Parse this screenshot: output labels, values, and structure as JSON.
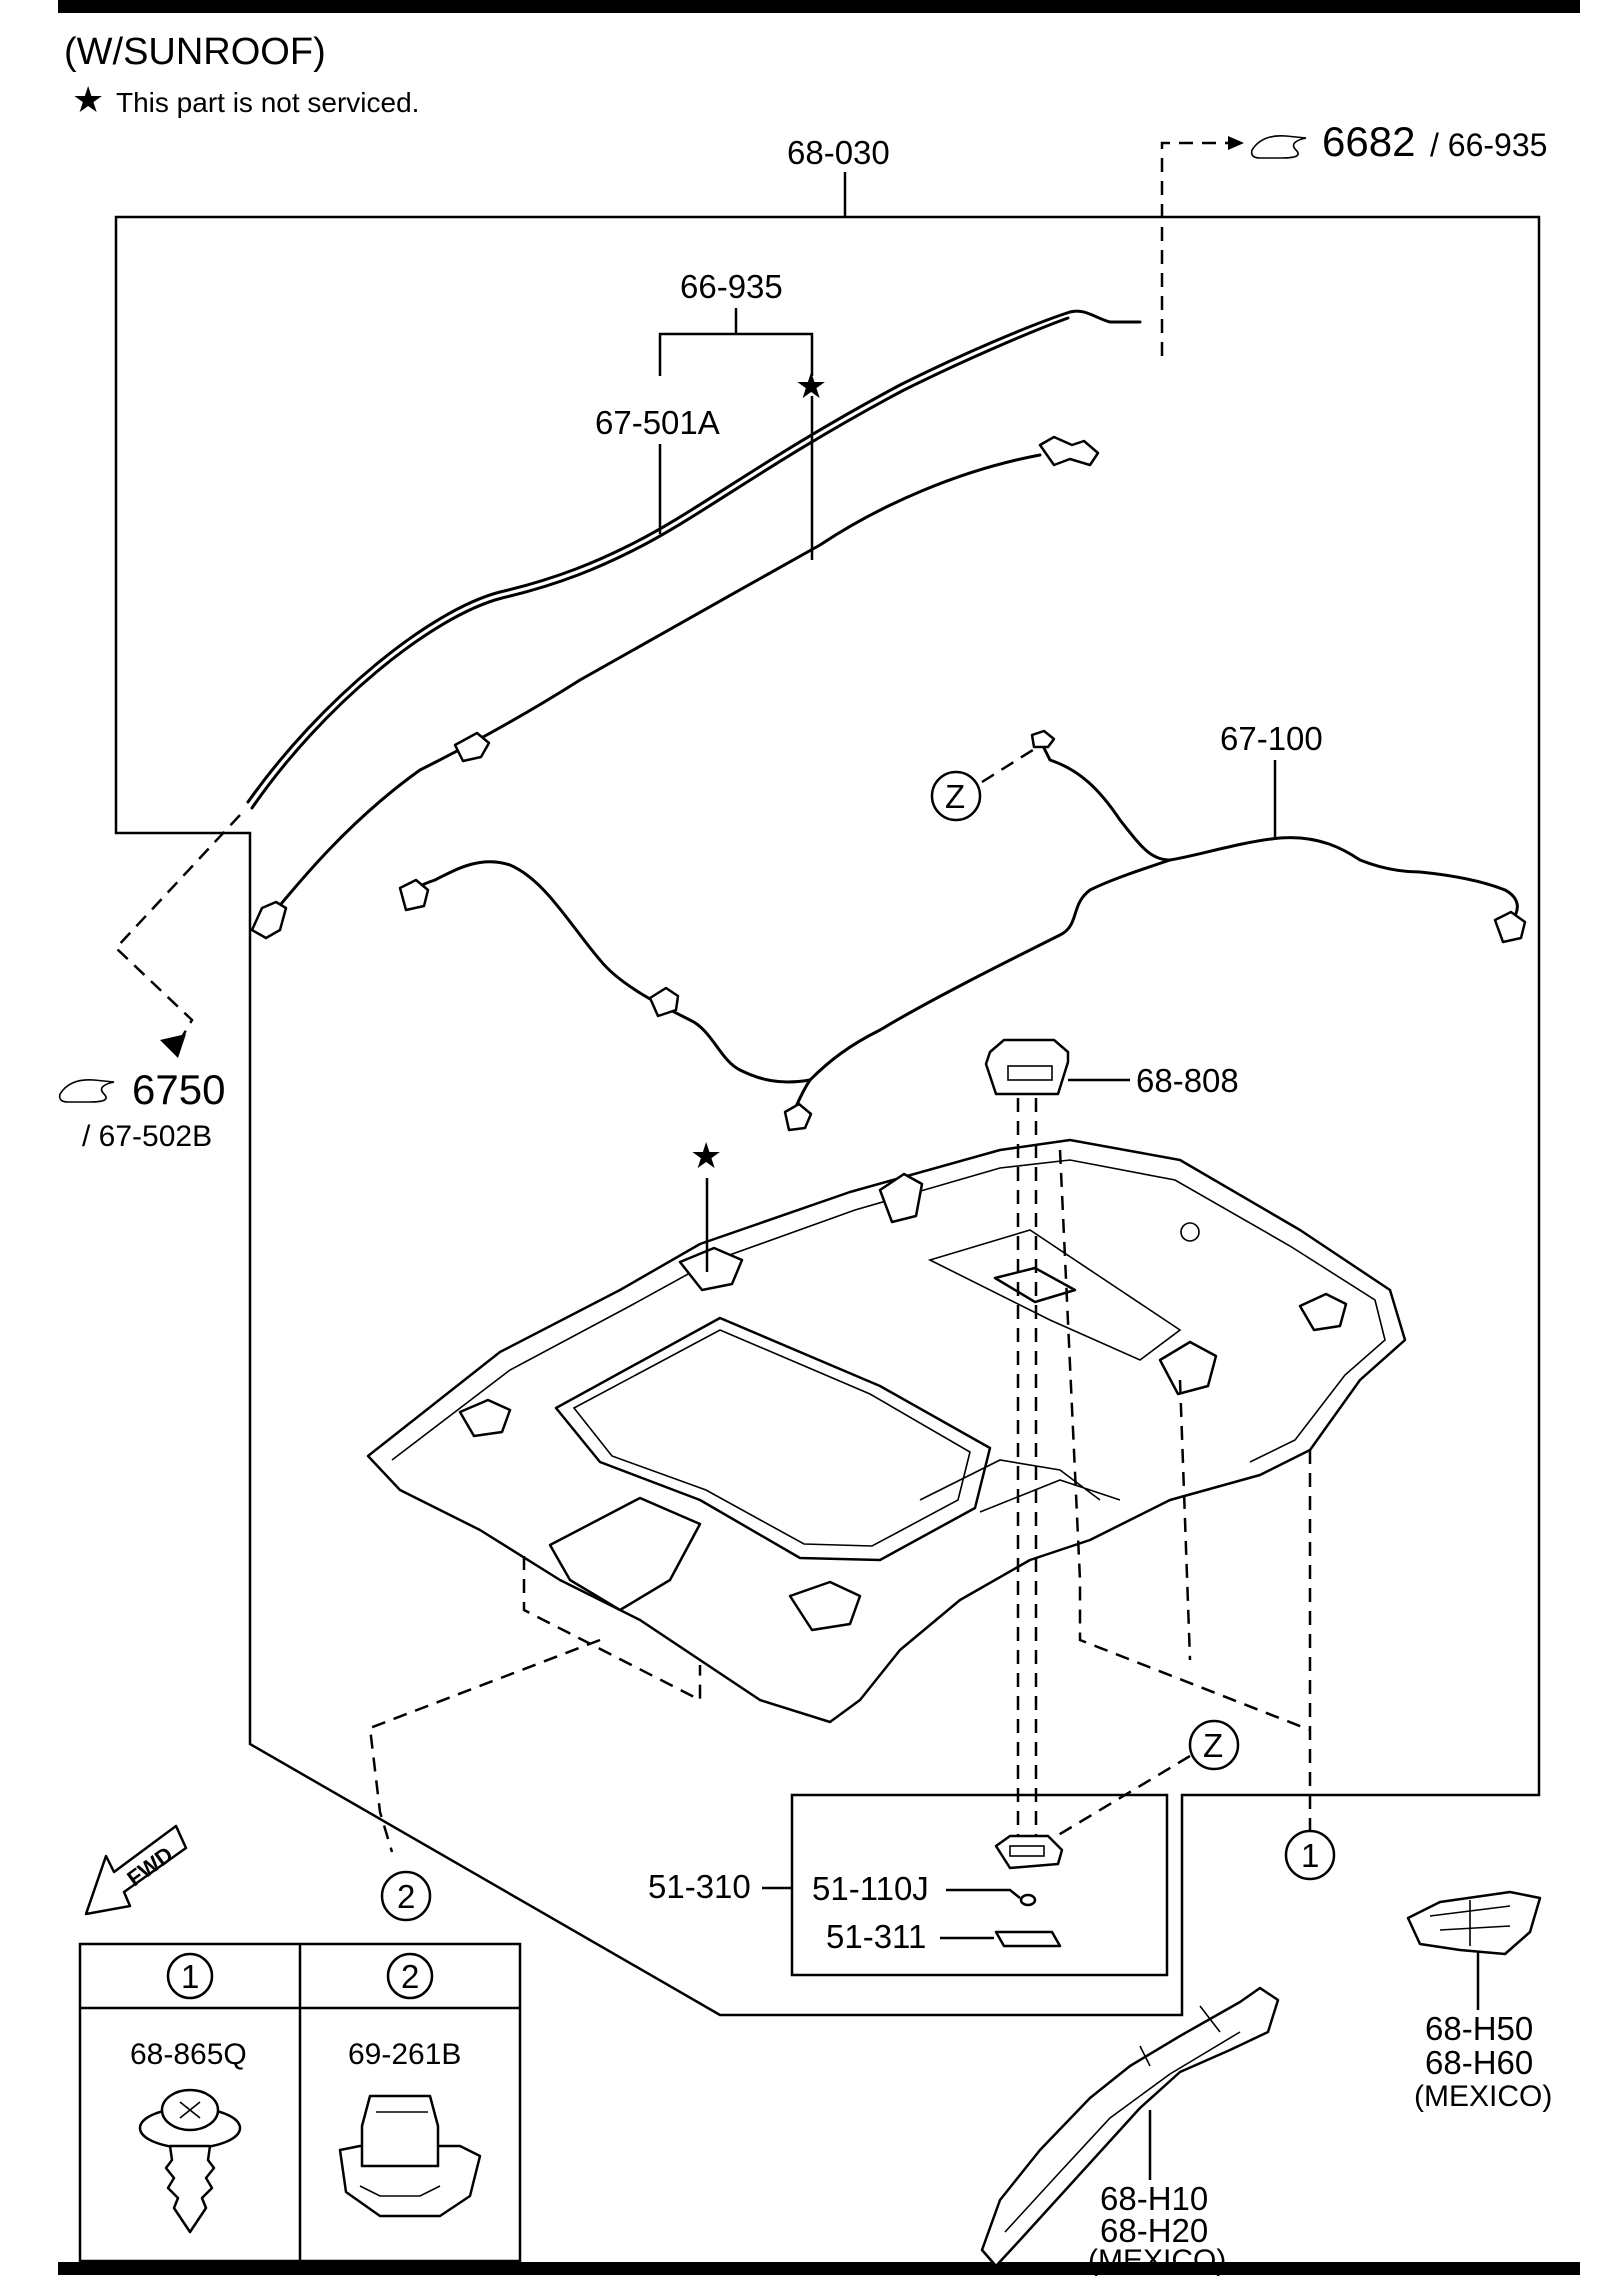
{
  "header": {
    "title": "(W/SUNROOF)",
    "note_symbol": "★",
    "note_text": "This part is not serviced."
  },
  "refs": {
    "top_right_main": "6682",
    "top_right_sub": "/ 66-935",
    "left_main": "6750",
    "left_sub": "/ 67-502B"
  },
  "labels": {
    "headliner": "68-030",
    "wire_group": "66-935",
    "wire_a": "67-501A",
    "harness": "67-100",
    "lamp_bezel": "68-808",
    "map_lamp": "51-310",
    "bulb": "51-110J",
    "lens": "51-311",
    "rear_trim_a": "68-H50",
    "rear_trim_b": "68-H60",
    "rear_trim_note": "(MEXICO)",
    "side_trim_a": "68-H10",
    "side_trim_b": "68-H20",
    "side_trim_note": "(MEXICO)",
    "callout_z": "Z",
    "callout_1": "1",
    "callout_2": "2",
    "fwd": "FWD"
  },
  "fastener_table": {
    "col1_key": "1",
    "col2_key": "2",
    "col1_part": "68-865Q",
    "col2_part": "69-261B"
  },
  "colors": {
    "ink": "#000000",
    "paper": "#ffffff"
  }
}
